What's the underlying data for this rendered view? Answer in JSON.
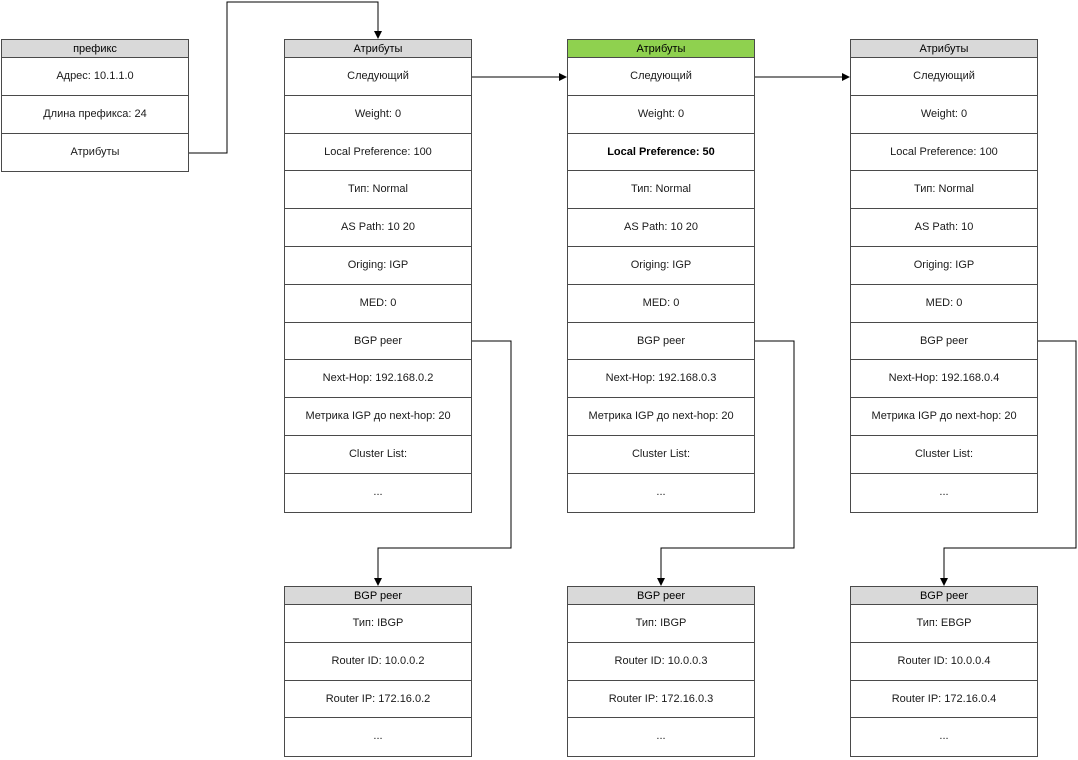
{
  "prefix_table": {
    "title": "префикс",
    "rows": [
      "Адрес: 10.1.1.0",
      "Длина префикса: 24",
      "Атрибуты"
    ]
  },
  "attribute_tables": [
    {
      "title": "Атрибуты",
      "header_color": "#d9d9d9",
      "rows": [
        {
          "text": "Следующий",
          "bold": false
        },
        {
          "text": "Weight: 0",
          "bold": false
        },
        {
          "text": "Local Preference: 100",
          "bold": false
        },
        {
          "text": "Тип: Normal",
          "bold": false
        },
        {
          "text": "AS Path: 10 20",
          "bold": false
        },
        {
          "text": "Origing: IGP",
          "bold": false
        },
        {
          "text": "MED: 0",
          "bold": false
        },
        {
          "text": "BGP peer",
          "bold": false
        },
        {
          "text": "Next-Hop: 192.168.0.2",
          "bold": false
        },
        {
          "text": "Метрика IGP до next-hop: 20",
          "bold": false
        },
        {
          "text": "Cluster List:",
          "bold": false
        },
        {
          "text": "...",
          "bold": false
        }
      ]
    },
    {
      "title": "Атрибуты",
      "header_color": "#8fd14f",
      "rows": [
        {
          "text": "Следующий",
          "bold": false
        },
        {
          "text": "Weight: 0",
          "bold": false
        },
        {
          "text": "Local Preference: 50",
          "bold": true
        },
        {
          "text": "Тип: Normal",
          "bold": false
        },
        {
          "text": "AS Path: 10 20",
          "bold": false
        },
        {
          "text": "Origing: IGP",
          "bold": false
        },
        {
          "text": "MED: 0",
          "bold": false
        },
        {
          "text": "BGP peer",
          "bold": false
        },
        {
          "text": "Next-Hop: 192.168.0.3",
          "bold": false
        },
        {
          "text": "Метрика IGP до next-hop: 20",
          "bold": false
        },
        {
          "text": "Cluster List:",
          "bold": false
        },
        {
          "text": "...",
          "bold": false
        }
      ]
    },
    {
      "title": "Атрибуты",
      "header_color": "#d9d9d9",
      "rows": [
        {
          "text": "Следующий",
          "bold": false
        },
        {
          "text": "Weight: 0",
          "bold": false
        },
        {
          "text": "Local Preference: 100",
          "bold": false
        },
        {
          "text": "Тип: Normal",
          "bold": false
        },
        {
          "text": "AS Path: 10",
          "bold": false
        },
        {
          "text": "Origing: IGP",
          "bold": false
        },
        {
          "text": "MED: 0",
          "bold": false
        },
        {
          "text": "BGP peer",
          "bold": false
        },
        {
          "text": "Next-Hop: 192.168.0.4",
          "bold": false
        },
        {
          "text": "Метрика IGP до next-hop: 20",
          "bold": false
        },
        {
          "text": "Cluster List:",
          "bold": false
        },
        {
          "text": "...",
          "bold": false
        }
      ]
    }
  ],
  "peer_tables": [
    {
      "title": "BGP peer",
      "rows": [
        "Тип: IBGP",
        "Router ID: 10.0.0.2",
        "Router IP: 172.16.0.2",
        "..."
      ]
    },
    {
      "title": "BGP peer",
      "rows": [
        "Тип: IBGP",
        "Router ID: 10.0.0.3",
        "Router IP: 172.16.0.3",
        "..."
      ]
    },
    {
      "title": "BGP peer",
      "rows": [
        "Тип: EBGP",
        "Router ID: 10.0.0.4",
        "Router IP: 172.16.0.4",
        "..."
      ]
    }
  ],
  "line_color": "#000000"
}
